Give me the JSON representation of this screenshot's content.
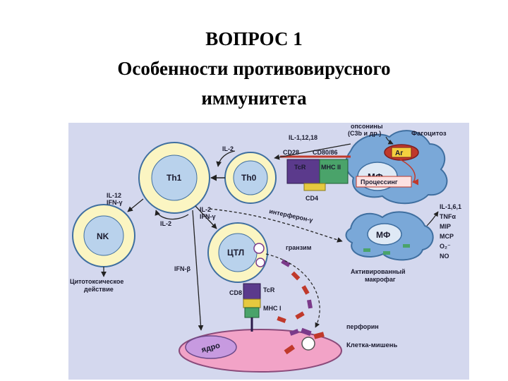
{
  "slide": {
    "title_line1": "ВОПРОС 1",
    "title_line2": "Особенности противовирусного",
    "title_line3": "иммунитета"
  },
  "diagram": {
    "cells": {
      "th1": "Th1",
      "th0": "Th0",
      "nk": "NK",
      "ctl": "ЦТЛ",
      "mf1": "МФ",
      "mf2": "МФ",
      "nucleus": "ядро",
      "ag": "Аг"
    },
    "labels": {
      "opsonins1": "опсонины",
      "opsonins2": "(C3b и др.)",
      "phagocytosis": "Фагоцитоз",
      "il_1_12_18": "IL-1,12,18",
      "il2_top": "IL-2",
      "cd28": "CD28",
      "cd80_86": "CD80/86",
      "tcr_top": "TcR",
      "mhc2": "MHC II",
      "cd4": "CD4",
      "processing": "Процессинг",
      "il12": "IL-12",
      "ifn_gamma_left": "IFN-γ",
      "il2_right": "IL-2",
      "ifn_gamma_mid": "IFN-γ",
      "il2_bottom": "IL-2",
      "interferon": "интерферон-γ",
      "cytokines1": "IL-1,6,1",
      "cytokines2": "TNFα",
      "cytokines3": "MIP",
      "cytokines4": "MCP",
      "cytokines5": "O₂⁻",
      "cytokines6": "NO",
      "activated1": "Активированный",
      "activated2": "макрофаг",
      "granzyme": "гранзим",
      "ifn_beta": "IFN-β",
      "cytotoxic1": "Цитотоксическое",
      "cytotoxic2": "действие",
      "cd8": "CD8",
      "tcr_bottom": "TcR",
      "mhc1": "MHC I",
      "perforin": "перфорин",
      "target": "Клетка-мишень"
    }
  }
}
